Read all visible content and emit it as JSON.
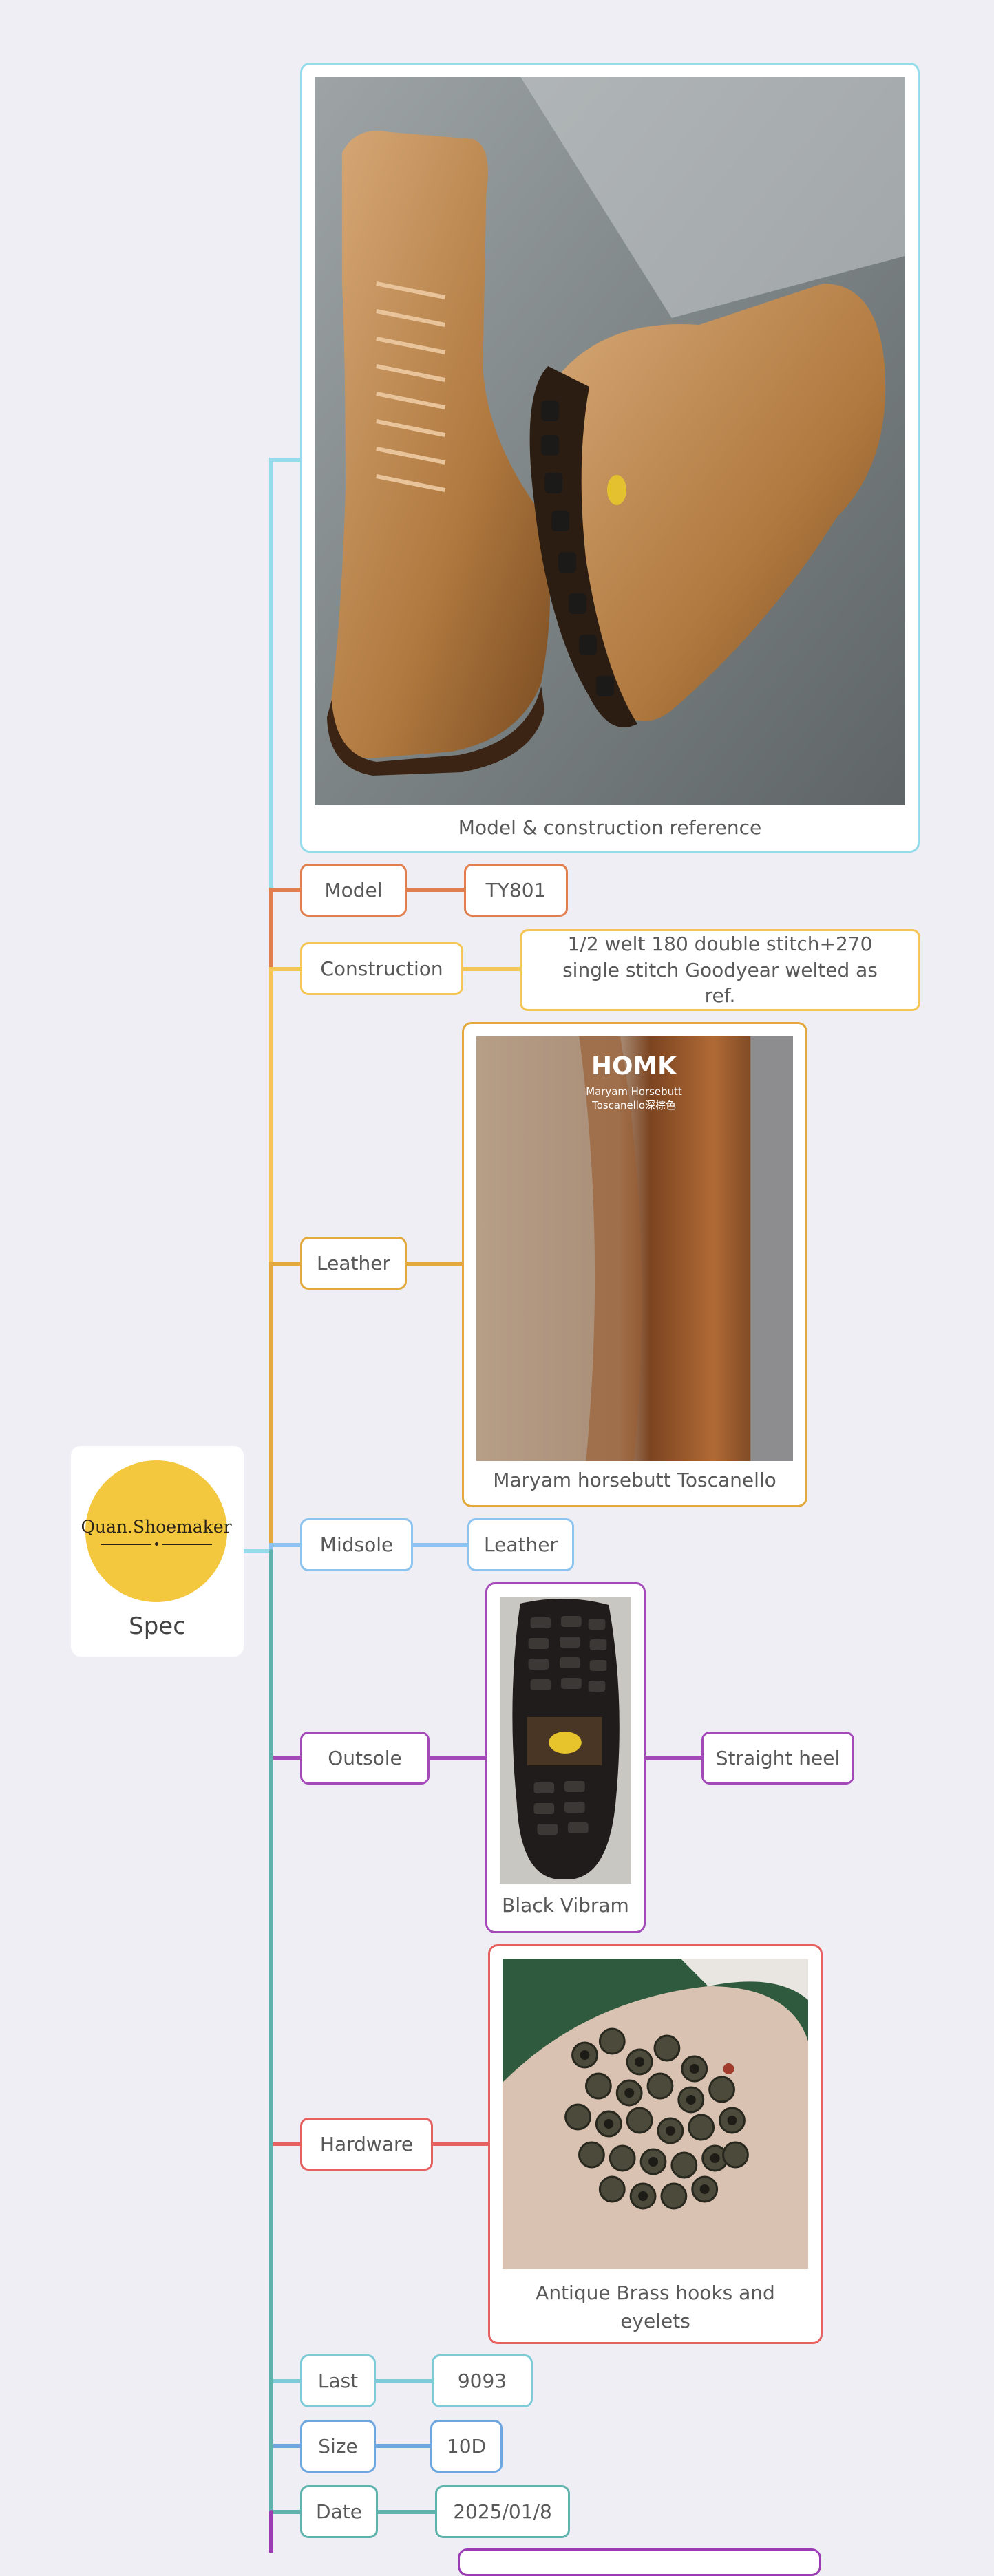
{
  "root": {
    "logo_text": "Quan.Shoemaker",
    "label": "Spec"
  },
  "branches": {
    "reference": {
      "caption": "Model & construction reference",
      "color": "#95dcea"
    },
    "model": {
      "label": "Model",
      "value": "TY801",
      "color": "#e07f4d"
    },
    "construction": {
      "label": "Construction",
      "value": "1/2 welt 180 double stitch+270 single stitch Goodyear welted as ref.",
      "color": "#f4c656"
    },
    "leather": {
      "label": "Leather",
      "caption": "Maryam horsebutt Toscanello",
      "photo_brand": "HOMK",
      "photo_line1": "Maryam Horsebutt",
      "photo_line2": "Toscanello深棕色",
      "color": "#e4a93c"
    },
    "midsole": {
      "label": "Midsole",
      "value": "Leather",
      "color": "#8cc3ef"
    },
    "outsole": {
      "label": "Outsole",
      "caption": "Black Vibram",
      "value": "Straight heel",
      "color": "#a34ab8"
    },
    "hardware": {
      "label": "Hardware",
      "caption": "Antique Brass hooks and eyelets",
      "color": "#e66060"
    },
    "last": {
      "label": "Last",
      "value": "9093",
      "color": "#7ccbd6"
    },
    "size": {
      "label": "Size",
      "value": "10D",
      "color": "#6ea7e0"
    },
    "date": {
      "label": "Date",
      "value": "2025/01/8",
      "color": "#5eb3ac"
    }
  },
  "continuation_color": "#9b3cb5"
}
